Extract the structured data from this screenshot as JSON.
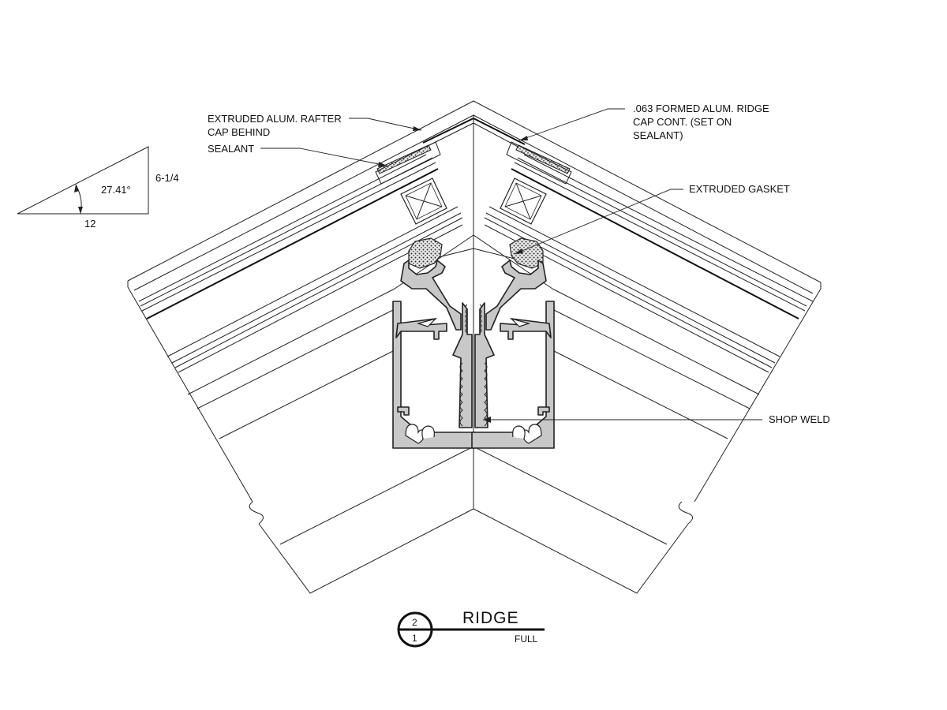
{
  "labels": {
    "rafter_cap_1": "EXTRUDED ALUM. RAFTER",
    "rafter_cap_2": "CAP BEHIND",
    "sealant": "SEALANT",
    "ridge_cap_1": ".063 FORMED ALUM. RIDGE",
    "ridge_cap_2": "CAP CONT. (SET ON",
    "ridge_cap_3": "SEALANT)",
    "gasket": "EXTRUDED GASKET",
    "shop_weld": "SHOP WELD"
  },
  "slope": {
    "angle": "27.41°",
    "rise": "6-1/4",
    "run": "12"
  },
  "title_block": {
    "detail_number": "2",
    "sheet_number": "1",
    "title": "RIDGE",
    "scale": "FULL"
  }
}
